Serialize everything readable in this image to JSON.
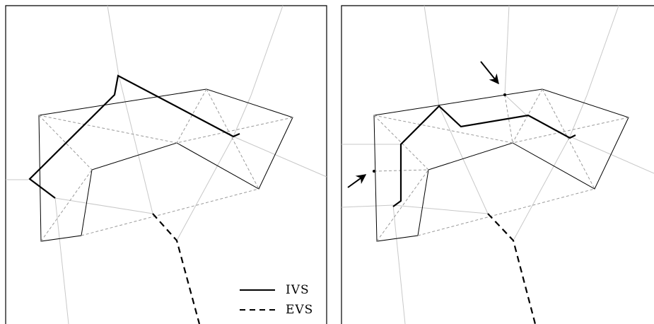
{
  "legend": {
    "ivs_label": "IVS",
    "evs_label": "EVS"
  },
  "colors": {
    "frame": "#000000",
    "polygon": "#000000",
    "thin_gray": "#c8c8c8",
    "dashed_gray": "#9a9a9a",
    "path": "#000000",
    "background": "#ffffff"
  },
  "panels": [
    {
      "name": "left-panel",
      "has_legend": true,
      "arrow_markers": 0
    },
    {
      "name": "right-panel",
      "has_legend": false,
      "arrow_markers": 2
    }
  ]
}
